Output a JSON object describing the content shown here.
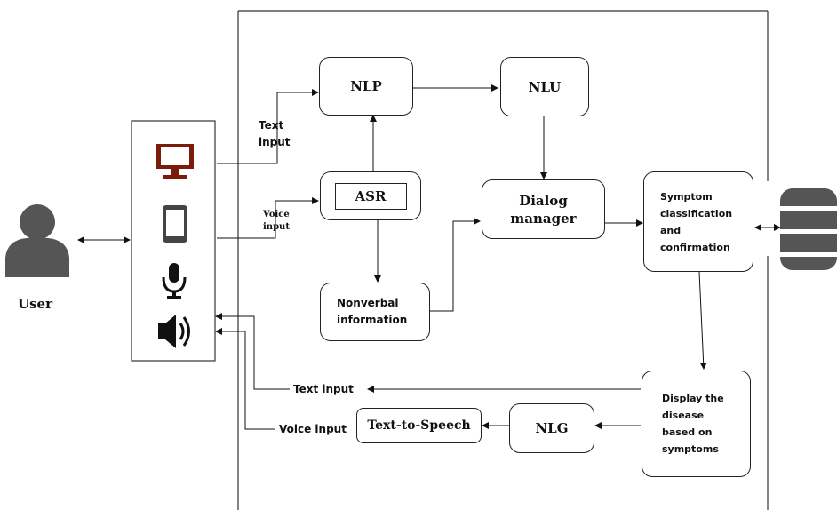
{
  "user": {
    "label": "User"
  },
  "devices": {
    "icons": [
      "monitor-icon",
      "tablet-icon",
      "microphone-icon",
      "speaker-icon"
    ],
    "monitor_color": "#7a1b0c"
  },
  "labels": {
    "text_input_top_line1": "Text",
    "text_input_top_line2": "input",
    "voice_input_top_line1": "Voice",
    "voice_input_top_line2": "input",
    "text_input_bottom": "Text input",
    "voice_input_bottom": "Voice input"
  },
  "nodes": {
    "nlp": "NLP",
    "nlu": "NLU",
    "asr": "ASR",
    "dialog_manager_line1": "Dialog",
    "dialog_manager_line2": "manager",
    "nonverbal_line1": "Nonverbal",
    "nonverbal_line2": "information",
    "symptom_line1": "Symptom",
    "symptom_line2": "classification",
    "symptom_line3": "and",
    "symptom_line4": "confirmation",
    "display_line1": "Display the",
    "display_line2": "disease",
    "display_line3": "based on",
    "display_line4": "symptoms",
    "nlg": "NLG",
    "tts": "Text-to-Speech"
  },
  "database": {
    "icon": "database-icon"
  }
}
